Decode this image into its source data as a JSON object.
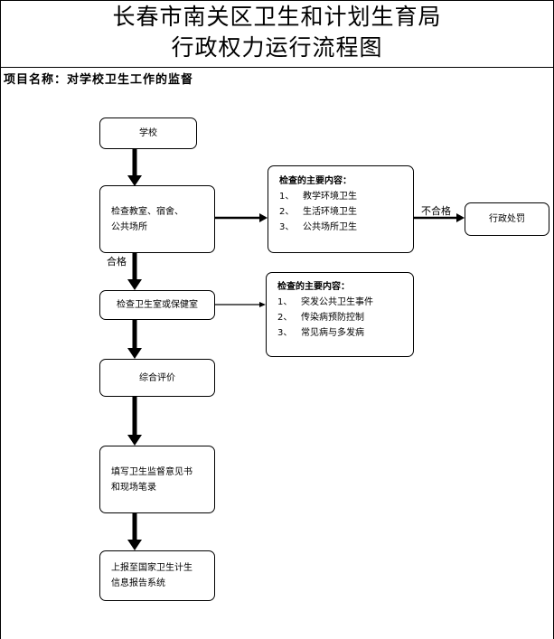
{
  "title_line1": "长春市南关区卫生和计划生育局",
  "title_line2": "行政权力运行流程图",
  "project_name": "项目名称：对学校卫生工作的监督",
  "boxes": {
    "school": "学校",
    "inspect_places": [
      "检查教室、宿舍、",
      "公共场所"
    ],
    "inspect_health": "检查卫生室或保健室",
    "evaluate": "综合评价",
    "fill_opinion": [
      "填写卫生监督意见书",
      "和现场笔录"
    ],
    "report": [
      "上报至国家卫生计生",
      "信息报告系统"
    ],
    "penalty": "行政处罚"
  },
  "info1": {
    "title": "检查的主要内容：",
    "items": [
      {
        "num": "1、",
        "text": "教学环境卫生"
      },
      {
        "num": "2、",
        "text": "生活环境卫生"
      },
      {
        "num": "3、",
        "text": "公共场所卫生"
      }
    ]
  },
  "info2": {
    "title": "检查的主要内容：",
    "items": [
      {
        "num": "1、",
        "text": "突发公共卫生事件"
      },
      {
        "num": "2、",
        "text": "传染病预防控制"
      },
      {
        "num": "3、",
        "text": "常见病与多发病"
      }
    ]
  },
  "labels": {
    "qualified": "合格",
    "unqualified": "不合格"
  }
}
